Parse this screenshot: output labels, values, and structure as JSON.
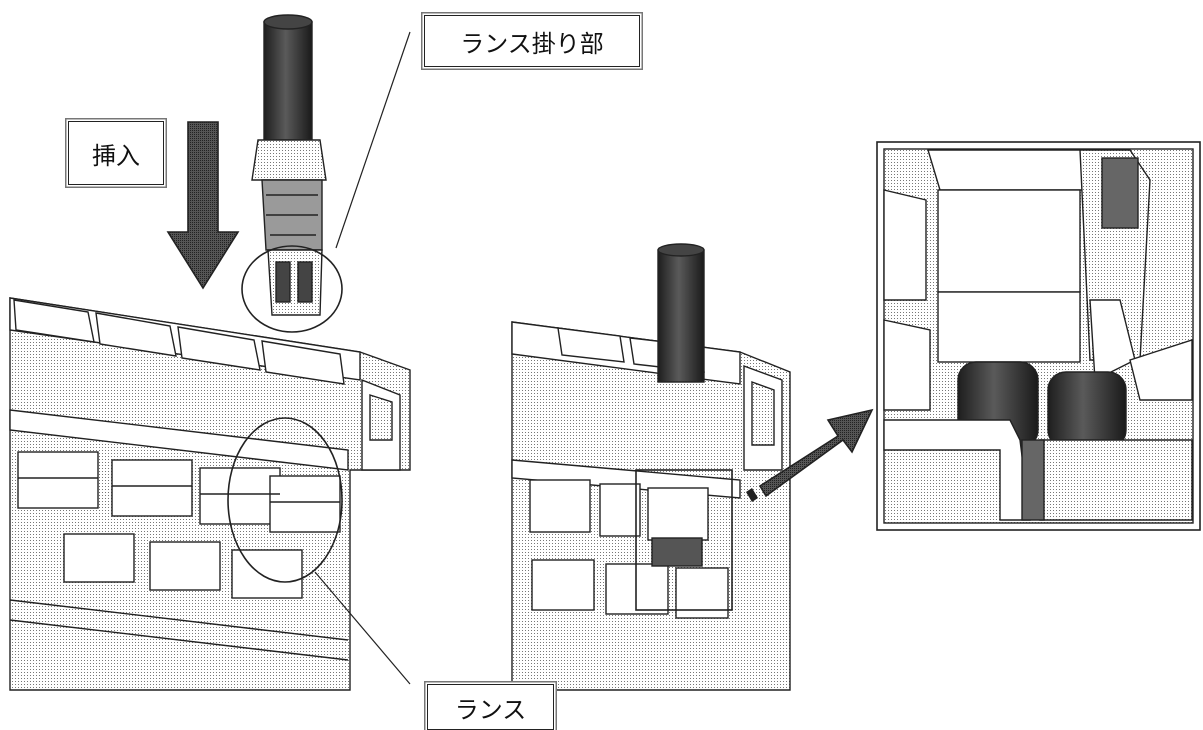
{
  "labels": {
    "lance_hook": "ランス掛り部",
    "insert": "挿入",
    "lance": "ランス"
  },
  "colors": {
    "line": "#222222",
    "dark_fill": "#3a3a3a",
    "mid_fill": "#8a8a8a",
    "light_fill": "#d9d9d9",
    "paper": "#ffffff"
  },
  "icons": [
    "insert-arrow-icon",
    "zoom-arrow-icon"
  ]
}
